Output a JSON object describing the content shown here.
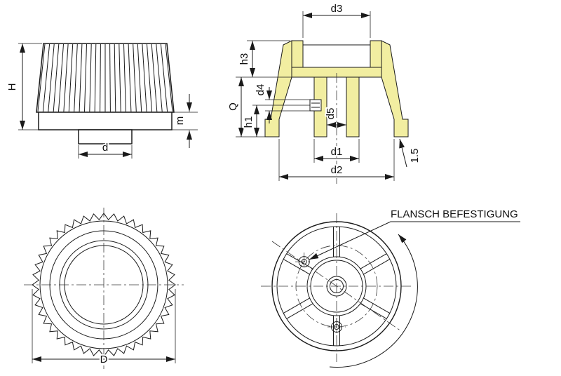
{
  "figure": "knob-technical-drawing",
  "callouts": {
    "flange_mounting": "FLANSCH BEFESTIGUNG"
  },
  "dimension_labels": {
    "overall_height": "H",
    "base_band_height": "m",
    "hub_diameter": "d",
    "top_recess_diameter": "d3",
    "recess_depth": "h3",
    "screw_hole_diameter": "d4",
    "hub_length": "Q",
    "screw_hole_height": "h1",
    "bore_diameter": "d5",
    "hub_outer_diameter": "d1",
    "cavity_diameter": "d2",
    "wall_thickness": "1.5",
    "outer_diameter": "D"
  },
  "colors": {
    "line": "#1a1a1a",
    "section_highlight": "#f2eea1",
    "background": "#ffffff"
  }
}
